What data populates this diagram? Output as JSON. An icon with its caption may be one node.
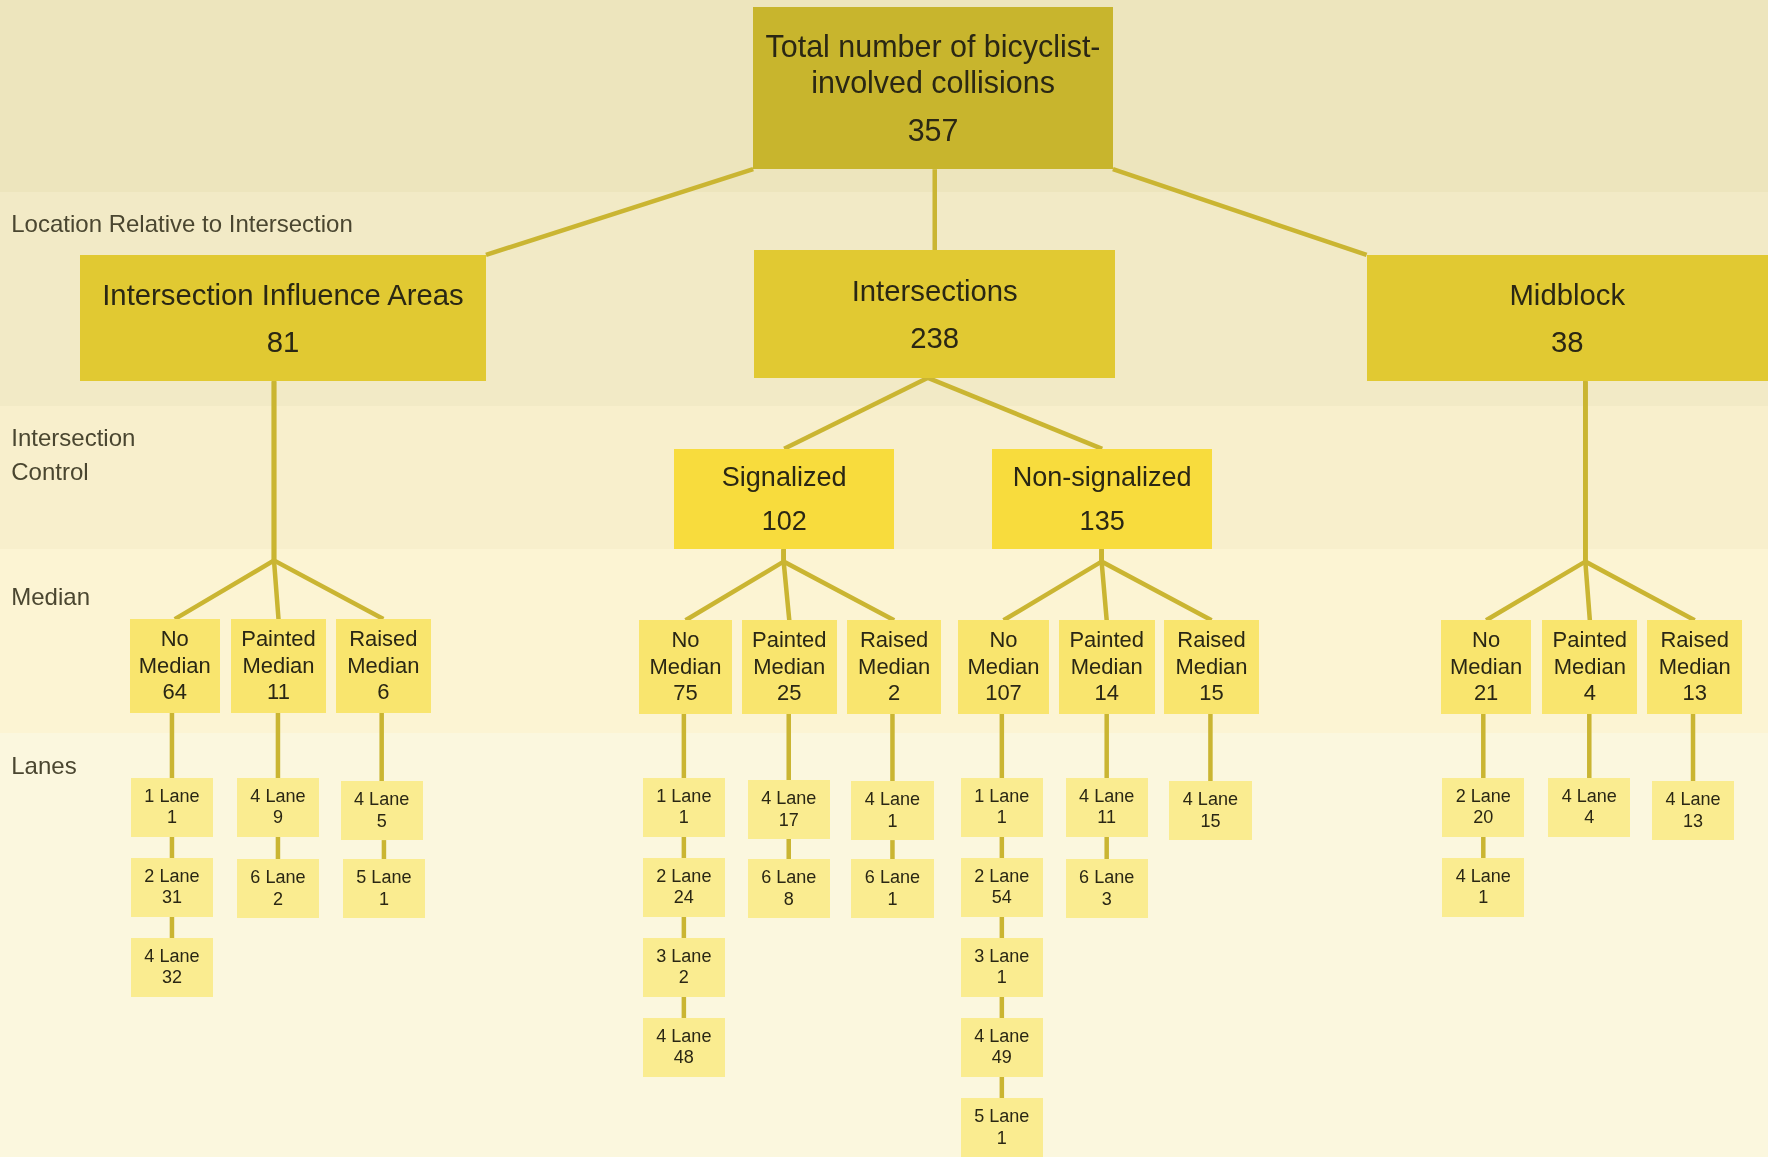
{
  "diagram": {
    "nodes": [
      {
        "text": [
          "Total number of bicyclist-involved collisions",
          "357"
        ]
      },
      {
        "text": [
          "Intersection Influence Areas",
          "81"
        ]
      },
      {
        "text": [
          "Intersections",
          "238"
        ]
      },
      {
        "text": [
          "Midblock",
          "38"
        ]
      },
      {
        "text": [
          "Signalized",
          "102"
        ]
      },
      {
        "text": [
          "Non-signalized",
          "135"
        ]
      },
      {
        "text": [
          "No Median",
          "64"
        ]
      },
      {
        "text": [
          "Painted Median",
          "11"
        ]
      },
      {
        "text": [
          "Raised Median",
          "6"
        ]
      },
      {
        "text": [
          "No Median",
          "75"
        ]
      },
      {
        "text": [
          "Painted Median",
          "25"
        ]
      },
      {
        "text": [
          "Raised Median",
          "2"
        ]
      },
      {
        "text": [
          "No Median",
          "107"
        ]
      },
      {
        "text": [
          "Painted Median",
          "14"
        ]
      },
      {
        "text": [
          "Raised Median",
          "15"
        ]
      },
      {
        "text": [
          "No Median",
          "21"
        ]
      },
      {
        "text": [
          "Painted Median",
          "4"
        ]
      },
      {
        "text": [
          "Raised Median",
          "13"
        ]
      },
      {
        "text": [
          "1 Lane",
          "1"
        ]
      },
      {
        "text": [
          "2 Lane",
          "31"
        ]
      },
      {
        "text": [
          "4 Lane",
          "32"
        ]
      },
      {
        "text": [
          "4 Lane",
          "9"
        ]
      },
      {
        "text": [
          "6 Lane",
          "2"
        ]
      },
      {
        "text": [
          "4 Lane",
          "5"
        ]
      },
      {
        "text": [
          "5 Lane",
          "1"
        ]
      },
      {
        "text": [
          "1 Lane",
          "1"
        ]
      },
      {
        "text": [
          "2 Lane",
          "24"
        ]
      },
      {
        "text": [
          "3 Lane",
          "2"
        ]
      },
      {
        "text": [
          "4 Lane",
          "48"
        ]
      },
      {
        "text": [
          "4 Lane",
          "17"
        ]
      },
      {
        "text": [
          "6 Lane",
          "8"
        ]
      },
      {
        "text": [
          "4 Lane",
          "1"
        ]
      },
      {
        "text": [
          "6 Lane",
          "1"
        ]
      },
      {
        "text": [
          "1 Lane",
          "1"
        ]
      },
      {
        "text": [
          "2 Lane",
          "54"
        ]
      },
      {
        "text": [
          "3 Lane",
          "1"
        ]
      },
      {
        "text": [
          "4 Lane",
          "49"
        ]
      },
      {
        "text": [
          "5 Lane",
          "1"
        ]
      },
      {
        "text": [
          "4 Lane",
          "11"
        ]
      },
      {
        "text": [
          "6 Lane",
          "3"
        ]
      },
      {
        "text": [
          "4 Lane",
          "15"
        ]
      },
      {
        "text": [
          "2 Lane",
          "20"
        ]
      },
      {
        "text": [
          "4 Lane",
          "1"
        ]
      },
      {
        "text": [
          "4 Lane",
          "4"
        ]
      },
      {
        "text": [
          "4 Lane",
          "13"
        ]
      }
    ],
    "edges": [
      {
        "from": 0,
        "to": 1,
        "arrow": "none"
      },
      {
        "from": 0,
        "to": 2,
        "arrow": "none"
      },
      {
        "from": 0,
        "to": 3,
        "arrow": "none"
      },
      {
        "from": 2,
        "to": 4,
        "arrow": "none"
      },
      {
        "from": 2,
        "to": 5,
        "arrow": "none"
      },
      {
        "from": 1,
        "to": 6,
        "arrow": "none"
      },
      {
        "from": 1,
        "to": 7,
        "arrow": "none"
      },
      {
        "from": 1,
        "to": 8,
        "arrow": "none"
      },
      {
        "from": 4,
        "to": 9,
        "arrow": "none"
      },
      {
        "from": 4,
        "to": 10,
        "arrow": "none"
      },
      {
        "from": 4,
        "to": 11,
        "arrow": "none"
      },
      {
        "from": 5,
        "to": 12,
        "arrow": "none"
      },
      {
        "from": 5,
        "to": 13,
        "arrow": "none"
      },
      {
        "from": 5,
        "to": 14,
        "arrow": "none"
      },
      {
        "from": 3,
        "to": 15,
        "arrow": "none"
      },
      {
        "from": 3,
        "to": 16,
        "arrow": "none"
      },
      {
        "from": 3,
        "to": 17,
        "arrow": "none"
      },
      {
        "from": 6,
        "to": 18,
        "arrow": "none"
      },
      {
        "from": 18,
        "to": 19,
        "arrow": "none"
      },
      {
        "from": 19,
        "to": 20,
        "arrow": "none"
      },
      {
        "from": 7,
        "to": 21,
        "arrow": "none"
      },
      {
        "from": 21,
        "to": 22,
        "arrow": "none"
      },
      {
        "from": 8,
        "to": 23,
        "arrow": "none"
      },
      {
        "from": 23,
        "to": 24,
        "arrow": "none"
      },
      {
        "from": 9,
        "to": 25,
        "arrow": "none"
      },
      {
        "from": 25,
        "to": 26,
        "arrow": "none"
      },
      {
        "from": 26,
        "to": 27,
        "arrow": "none"
      },
      {
        "from": 27,
        "to": 28,
        "arrow": "none"
      },
      {
        "from": 10,
        "to": 29,
        "arrow": "none"
      },
      {
        "from": 29,
        "to": 30,
        "arrow": "none"
      },
      {
        "from": 11,
        "to": 31,
        "arrow": "none"
      },
      {
        "from": 31,
        "to": 32,
        "arrow": "none"
      },
      {
        "from": 12,
        "to": 33,
        "arrow": "none"
      },
      {
        "from": 33,
        "to": 34,
        "arrow": "none"
      },
      {
        "from": 34,
        "to": 35,
        "arrow": "none"
      },
      {
        "from": 35,
        "to": 36,
        "arrow": "none"
      },
      {
        "from": 36,
        "to": 37,
        "arrow": "none"
      },
      {
        "from": 13,
        "to": 38,
        "arrow": "none"
      },
      {
        "from": 38,
        "to": 39,
        "arrow": "none"
      },
      {
        "from": 14,
        "to": 40,
        "arrow": "none"
      },
      {
        "from": 15,
        "to": 41,
        "arrow": "none"
      },
      {
        "from": 41,
        "to": 42,
        "arrow": "none"
      },
      {
        "from": 16,
        "to": 43,
        "arrow": "none"
      },
      {
        "from": 17,
        "to": 44,
        "arrow": "none"
      }
    ],
    "labels": [
      "Location Relative to Intersection",
      "Intersection Control",
      "Median",
      "Lanes"
    ]
  }
}
